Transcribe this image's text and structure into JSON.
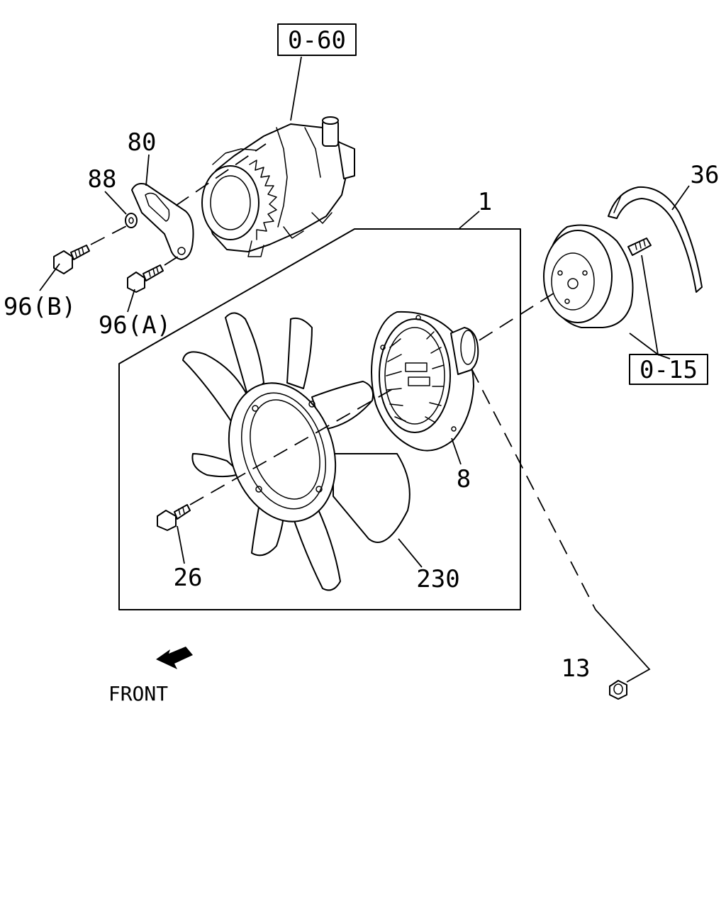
{
  "labels": {
    "ref_060": "0-60",
    "part_80": "80",
    "part_88": "88",
    "part_96b": "96(B)",
    "part_96a": "96(A)",
    "part_1": "1",
    "part_36": "36",
    "ref_015": "0-15",
    "part_8": "8",
    "part_26": "26",
    "part_230": "230",
    "part_13": "13",
    "front": "FRONT"
  },
  "icons": {
    "front_arrow": "front-direction-arrow-icon"
  }
}
